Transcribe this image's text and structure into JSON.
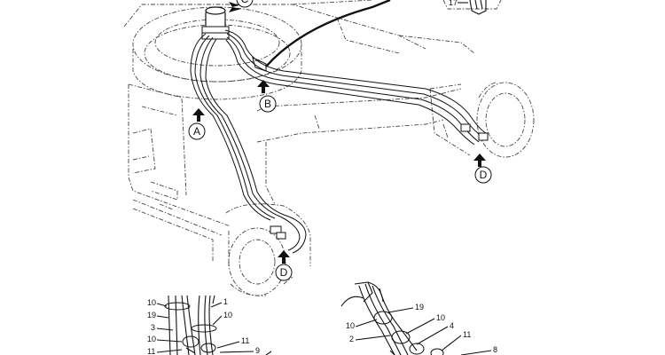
{
  "callouts": {
    "A": "A",
    "B": "B",
    "C": "C",
    "D1": "D",
    "D2": "D"
  },
  "detail_top_right": {
    "part_17": "17"
  },
  "detail_left": {
    "labels": [
      "10",
      "19",
      "3",
      "10",
      "11"
    ],
    "right_labels": [
      "1",
      "10"
    ],
    "bottom_labels": [
      "11",
      "9"
    ]
  },
  "detail_right": {
    "labels": [
      "10",
      "2"
    ],
    "right_labels": [
      "19",
      "10",
      "4",
      "11",
      "8"
    ]
  }
}
